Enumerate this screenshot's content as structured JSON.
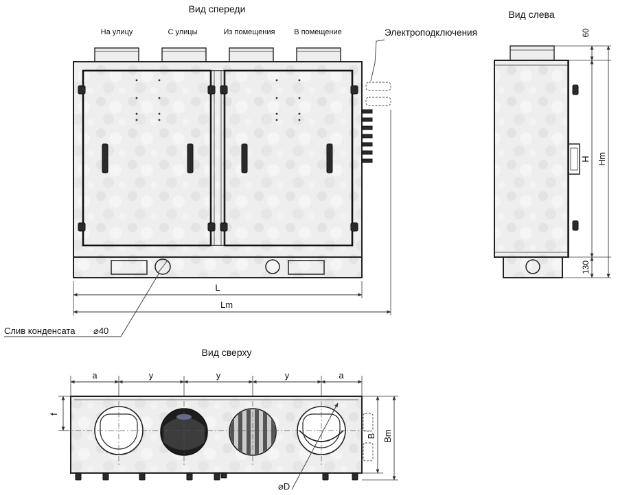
{
  "views": {
    "front": {
      "title": "Вид спереди",
      "ports": [
        "На улицу",
        "С улицы",
        "Из помещения",
        "В помещение"
      ],
      "electrical_label": "Электроподключения",
      "drain_label": "Слив конденсата",
      "drain_diameter": "⌀40",
      "dim_L": "L",
      "dim_Lm": "Lm"
    },
    "left": {
      "title": "Вид слева",
      "dim_top": "60",
      "dim_H": "H",
      "dim_Hm": "Hm",
      "dim_bottom": "130"
    },
    "top": {
      "title": "Вид сверху",
      "dims_horizontal": [
        "a",
        "y",
        "y",
        "y",
        "a"
      ],
      "dim_f": "f",
      "dim_B": "B",
      "dim_Bm": "Bm",
      "dim_D": "⌀D"
    }
  },
  "colors": {
    "line": "#222222",
    "galvanized": "#ededed",
    "dark_fill": "#2a2a2a"
  }
}
